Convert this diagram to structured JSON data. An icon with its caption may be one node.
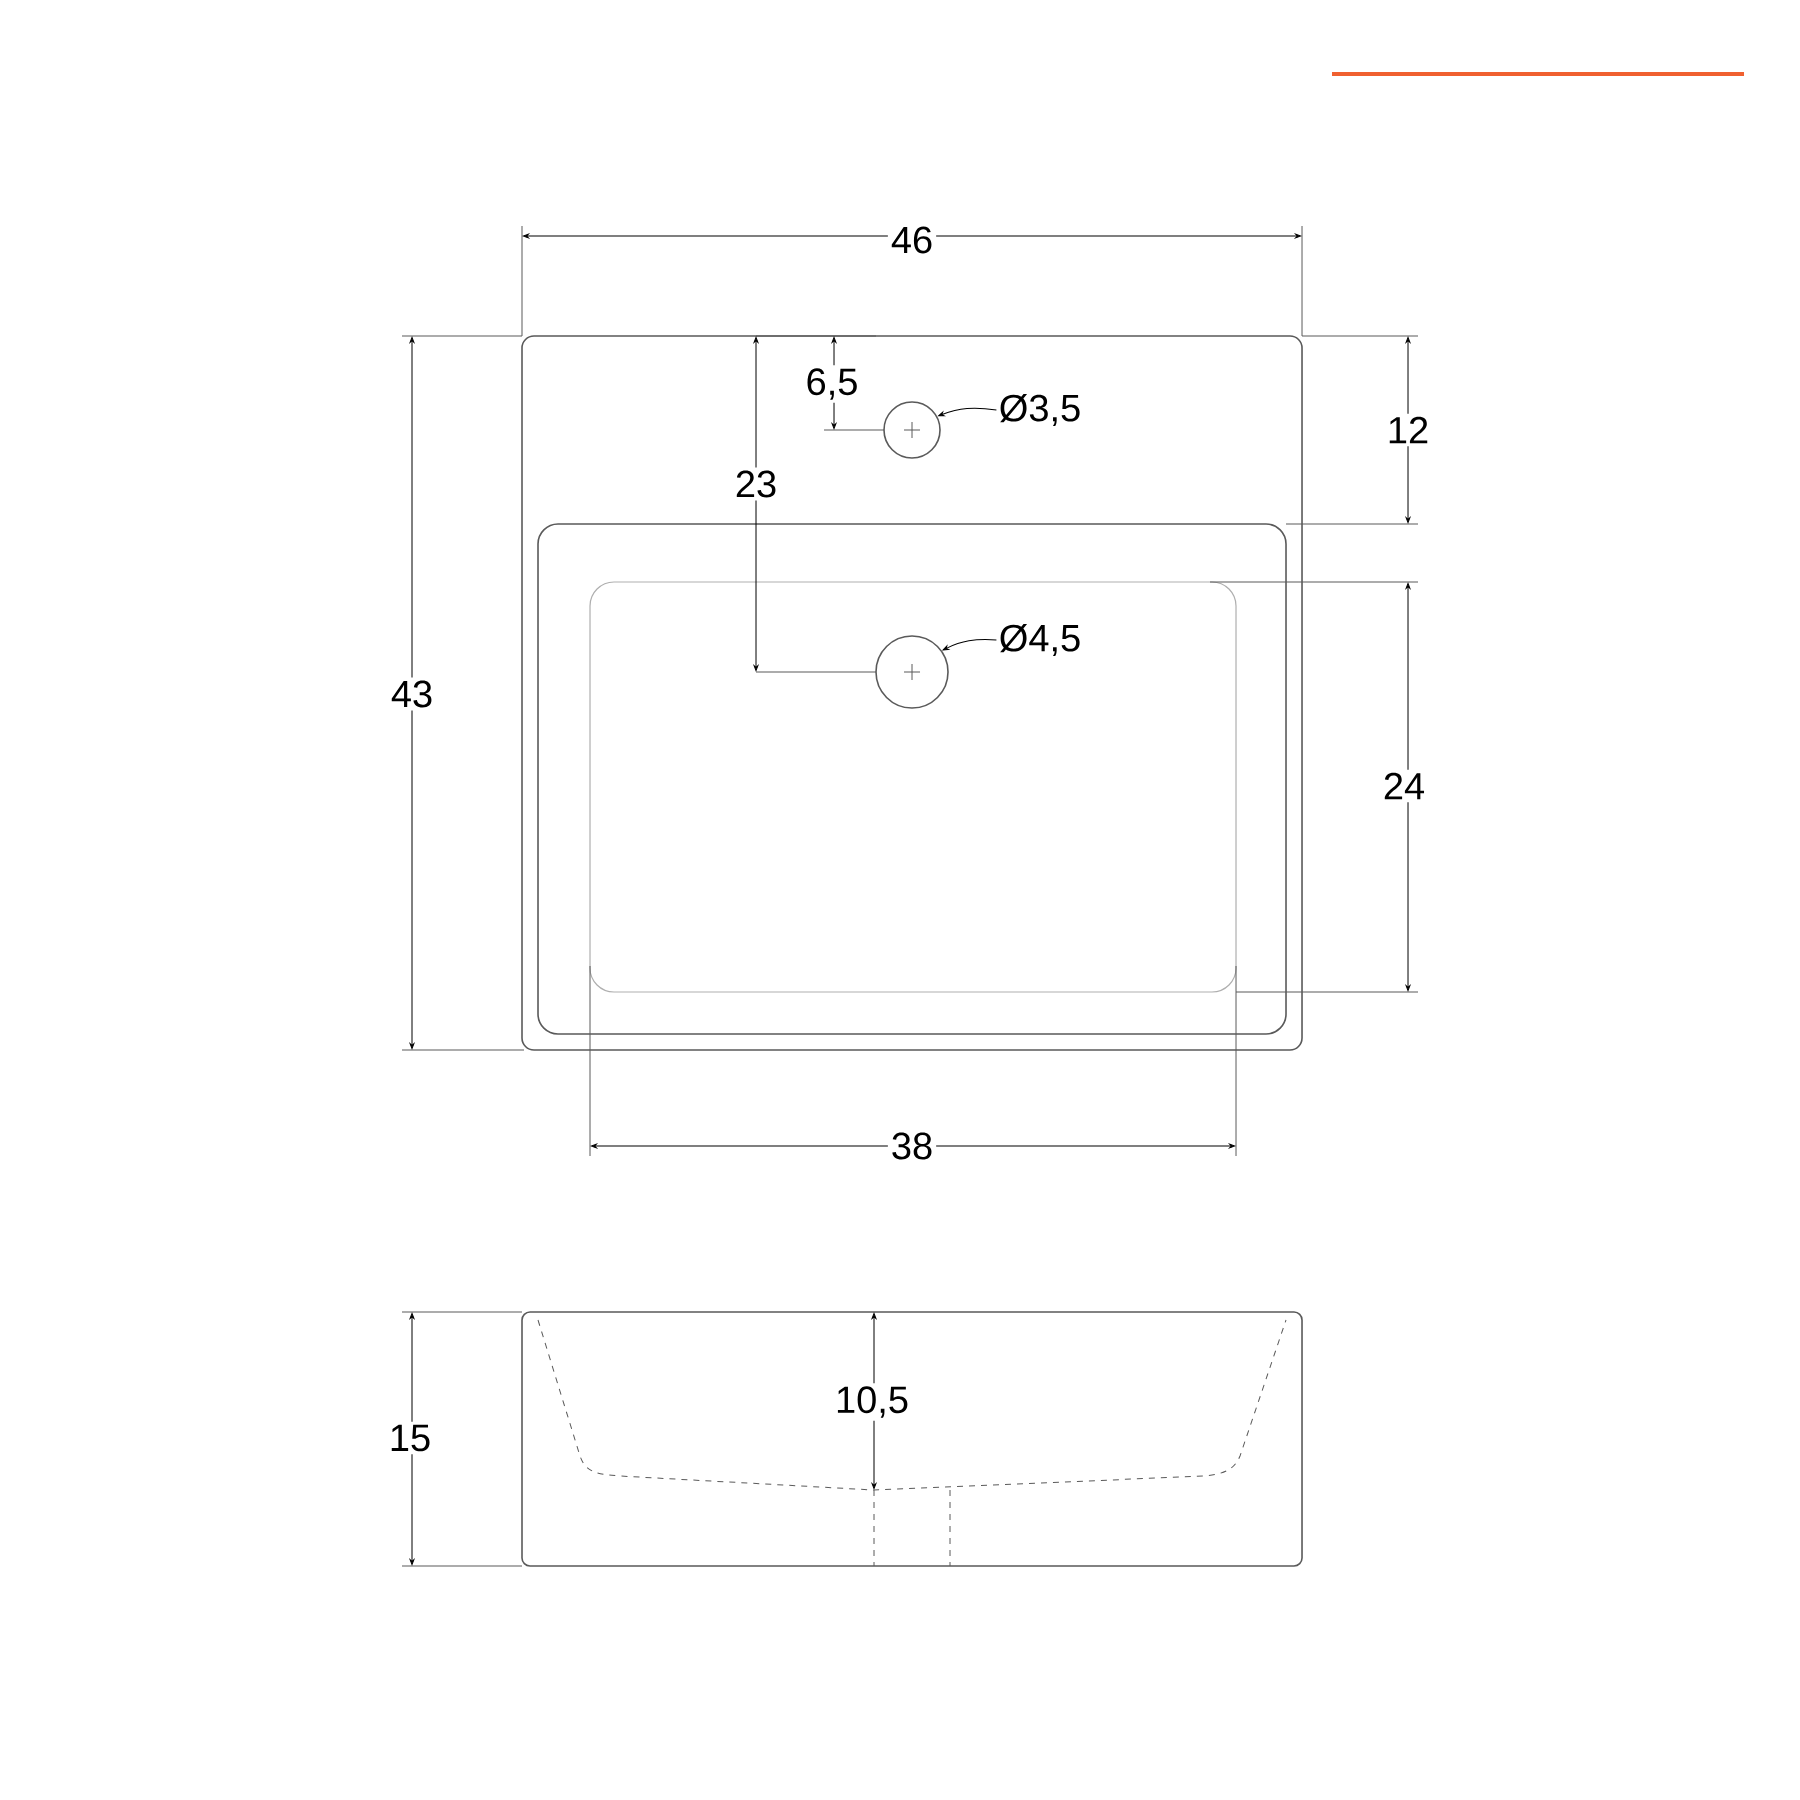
{
  "diagram": {
    "nodes": [
      {
        "text": [
          "Ø3,5"
        ]
      },
      {
        "text": [],
        "shape": "circle"
      },
      {
        "text": [
          "Ø4,5"
        ]
      },
      {
        "text": [],
        "shape": "circle"
      }
    ],
    "edges": [
      {
        "from": 0,
        "to": 1,
        "arrow": "to"
      },
      {
        "from": 2,
        "to": 3,
        "arrow": "to"
      }
    ],
    "labels": [
      "46",
      "6,5",
      "12",
      "23",
      "43",
      "24",
      "38",
      "15",
      "10,5"
    ]
  }
}
